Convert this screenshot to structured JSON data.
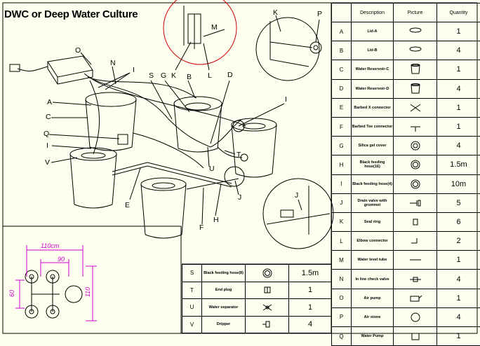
{
  "title": "DWC or Deep Water Culture",
  "callouts": [
    "K",
    "P",
    "M",
    "O",
    "N",
    "I",
    "S",
    "G",
    "B",
    "K",
    "L",
    "D",
    "A",
    "C",
    "I",
    "Q",
    "I",
    "V",
    "T",
    "U",
    "E",
    "J",
    "F",
    "H",
    "J"
  ],
  "table": {
    "headers": {
      "description": "Description",
      "picture": "Picture",
      "quantity": "Quantity"
    },
    "rows": [
      {
        "id": "A",
        "description": "Lid-A",
        "quantity": "1",
        "icon": "lid-icon"
      },
      {
        "id": "B",
        "description": "Lid-B",
        "quantity": "4",
        "icon": "lid-icon"
      },
      {
        "id": "C",
        "description": "Water Reservoir-C",
        "quantity": "1",
        "icon": "reservoir-icon"
      },
      {
        "id": "D",
        "description": "Water Reservoir-D",
        "quantity": "4",
        "icon": "reservoir-icon"
      },
      {
        "id": "E",
        "description": "Barbed X connector",
        "quantity": "1",
        "icon": "x-connector-icon"
      },
      {
        "id": "F",
        "description": "Barbed Tee connector",
        "quantity": "1",
        "icon": "tee-connector-icon"
      },
      {
        "id": "G",
        "description": "Silica gel cover",
        "quantity": "4",
        "icon": "gel-cover-icon"
      },
      {
        "id": "H",
        "description": "Black feeding hose(16)",
        "quantity": "1.5m",
        "icon": "hose-icon"
      },
      {
        "id": "I",
        "description": "Black feeding hose(4)",
        "quantity": "10m",
        "icon": "hose-icon"
      },
      {
        "id": "J",
        "description": "Drain valve with grommet",
        "quantity": "5",
        "icon": "drain-valve-icon"
      },
      {
        "id": "K",
        "description": "Seal ring",
        "quantity": "6",
        "icon": "seal-ring-icon"
      },
      {
        "id": "L",
        "description": "Elbow connector",
        "quantity": "2",
        "icon": "elbow-icon"
      },
      {
        "id": "M",
        "description": "Water level tube",
        "quantity": "1",
        "icon": "level-tube-icon"
      },
      {
        "id": "N",
        "description": "In line check valve",
        "quantity": "4",
        "icon": "check-valve-icon"
      },
      {
        "id": "O",
        "description": "Air pump",
        "quantity": "1",
        "icon": "air-pump-icon"
      },
      {
        "id": "P",
        "description": "Air stone",
        "quantity": "4",
        "icon": "air-stone-icon"
      },
      {
        "id": "Q",
        "description": "Water Pump",
        "quantity": "1",
        "icon": "water-pump-icon"
      }
    ]
  },
  "bottom_table": {
    "rows": [
      {
        "id": "S",
        "description": "Black feeding hose(8)",
        "quantity": "1.5m",
        "icon": "hose-icon"
      },
      {
        "id": "T",
        "description": "End plug",
        "quantity": "1",
        "icon": "end-plug-icon"
      },
      {
        "id": "U",
        "description": "Water separator",
        "quantity": "1",
        "icon": "separator-icon"
      },
      {
        "id": "V",
        "description": "Dripper",
        "quantity": "4",
        "icon": "dripper-icon"
      }
    ]
  },
  "dimensions": {
    "width_outer": "110cm",
    "width_inner": "90",
    "height_outer": "110",
    "height_inner": "60"
  },
  "colors": {
    "background": "#fffff0",
    "line": "#000000",
    "detail": "#cc0000",
    "dimension": "#cc00cc"
  }
}
